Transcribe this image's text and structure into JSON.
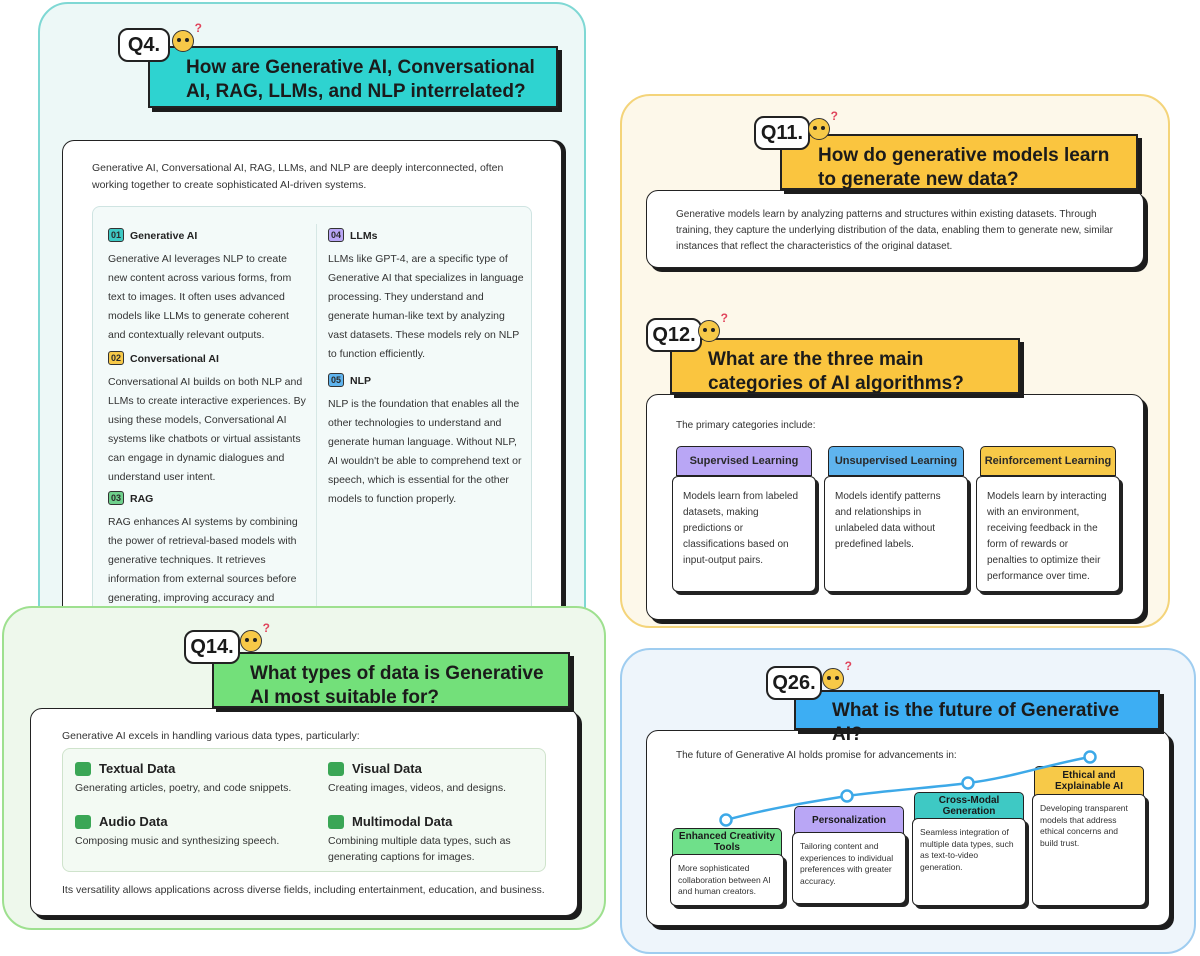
{
  "q4": {
    "tag": "Q4.",
    "title": "How are Generative AI, Conversational AI, RAG, LLMs, and NLP interrelated?",
    "intro": "Generative AI, Conversational AI, RAG, LLMs, and NLP are deeply interconnected, often working together to create sophisticated AI-driven systems.",
    "items": [
      {
        "num": "01",
        "title": "Generative AI",
        "text": "Generative AI leverages NLP to create new content across various forms, from text to images. It often uses advanced models like LLMs to generate coherent and contextually relevant outputs.",
        "color": "#3ec9c4"
      },
      {
        "num": "02",
        "title": "Conversational AI",
        "text": "Conversational AI builds on both NLP and LLMs to create interactive experiences. By using these models, Conversational AI systems like chatbots or virtual assistants can engage in dynamic dialogues and understand user intent.",
        "color": "#f7c948"
      },
      {
        "num": "03",
        "title": "RAG",
        "text": "RAG enhances AI systems by combining the power of retrieval-based models with generative techniques. It retrieves information from external sources before generating, improving accuracy and context in real-time conversations or responses.",
        "color": "#6fd08c"
      },
      {
        "num": "04",
        "title": "LLMs",
        "text": "LLMs like GPT-4, are a specific type of Generative AI that specializes in language processing. They understand and generate human-like text by analyzing vast datasets. These models rely on NLP to function efficiently.",
        "color": "#b9a6f5"
      },
      {
        "num": "05",
        "title": "NLP",
        "text": "NLP is the foundation that enables all the other technologies to understand and generate human language. Without NLP, AI wouldn't be able to comprehend text or speech, which is essential for the other models to function properly.",
        "color": "#5fb4ee"
      }
    ]
  },
  "q11": {
    "tag": "Q11.",
    "title": "How do generative models learn to generate new data?",
    "text": "Generative models learn by analyzing patterns and structures within existing datasets. Through training, they capture the underlying distribution of the data, enabling them to generate new, similar instances that reflect the characteristics of the original dataset."
  },
  "q12": {
    "tag": "Q12.",
    "title": "What are the three main categories of AI algorithms?",
    "intro": "The primary categories include:",
    "categories": [
      {
        "name": "Supervised Learning",
        "text": "Models learn from labeled datasets, making predictions or classifications based on input-output pairs.",
        "color": "#b9a6f5"
      },
      {
        "name": "Unsupervised Learning",
        "text": "Models identify patterns and relationships in unlabeled data without predefined labels.",
        "color": "#5fb4ee"
      },
      {
        "name": "Reinforcement Learning",
        "text": "Models learn by interacting with an environment, receiving feedback in the form of rewards or penalties to optimize their performance over time.",
        "color": "#f7c948"
      }
    ]
  },
  "q14": {
    "tag": "Q14.",
    "title": "What types of data is Generative AI most suitable for?",
    "intro": "Generative AI excels in handling various data types, particularly:",
    "types": [
      {
        "title": "Textual Data",
        "text": "Generating articles, poetry, and code snippets."
      },
      {
        "title": "Visual Data",
        "text": "Creating images, videos, and designs."
      },
      {
        "title": "Audio Data",
        "text": "Composing music and synthesizing speech."
      },
      {
        "title": "Multimodal Data",
        "text": "Combining multiple data types, such as generating captions for images."
      }
    ],
    "outro": "Its versatility allows applications across diverse fields, including entertainment, education, and business."
  },
  "q26": {
    "tag": "Q26.",
    "title": "What is the future of Generative AI?",
    "intro": "The future of Generative AI holds promise for advancements in:",
    "items": [
      {
        "title": "Enhanced Creativity Tools",
        "text": "More sophisticated collaboration between AI and human creators.",
        "color": "#6fe08a"
      },
      {
        "title": "Personalization",
        "text": "Tailoring content and experiences to individual preferences with greater accuracy.",
        "color": "#b9a6f5"
      },
      {
        "title": "Cross-Modal Generation",
        "text": "Seamless integration of multiple data types, such as text-to-video generation.",
        "color": "#3ec9c4"
      },
      {
        "title": "Ethical and Explainable AI",
        "text": "Developing transparent models that address ethical concerns and build trust.",
        "color": "#f7c948"
      }
    ]
  }
}
